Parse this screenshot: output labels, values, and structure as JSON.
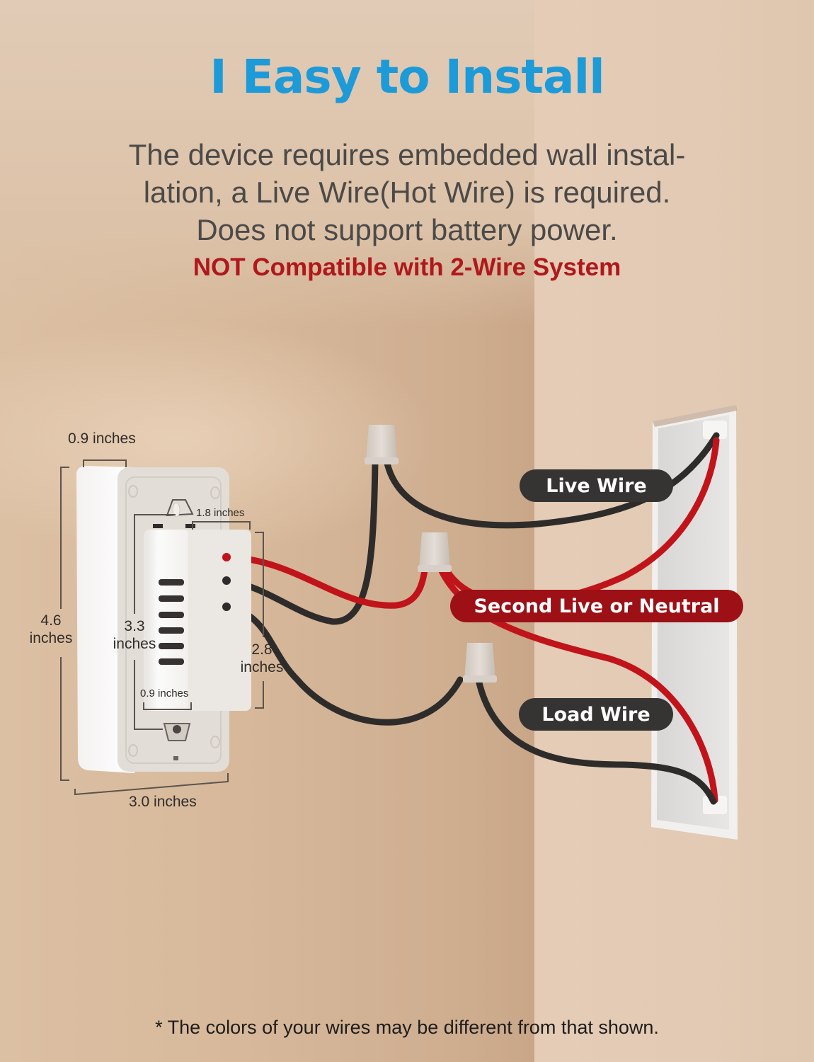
{
  "header": {
    "title": "I Easy to Install",
    "description_lines": [
      "The device requires embedded wall instal-",
      "lation, a Live Wire(Hot Wire) is required.",
      "Does not support battery power."
    ],
    "warning": "NOT Compatible with 2-Wire System"
  },
  "dimensions": {
    "depth_total": "0.9 inches",
    "height_total": {
      "value": "4.6",
      "unit": "inches"
    },
    "width_total": "3.0 inches",
    "module_height": {
      "value": "3.3",
      "unit": "inches"
    },
    "module_width": "1.8 inches",
    "module_depth": "0.9 inches",
    "terminal_height": {
      "value": "2.8",
      "unit": "inches"
    }
  },
  "wire_labels": {
    "live": "Live Wire",
    "second_live_neutral": "Second Live or Neutral",
    "load": "Load Wire"
  },
  "colors": {
    "title_blue": "#1d9ad8",
    "warning_red": "#b0181c",
    "wire_red": "#c0141a",
    "wire_black": "#2e2c2b",
    "pill_dark": "#353433",
    "pill_red": "#9c1016"
  },
  "footnote": "* The colors of your wires may be different from that shown."
}
